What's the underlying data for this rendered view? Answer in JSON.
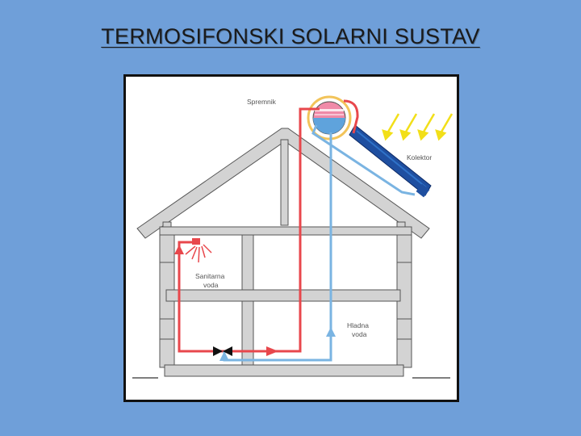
{
  "slide": {
    "title": "TERMOSIFONSKI SOLARNI SUSTAV"
  },
  "diagram": {
    "labels": {
      "tank": "Spremnik",
      "collector": "Kolektor",
      "hot_water_1": "Sanitarna",
      "hot_water_2": "voda",
      "cold_water_1": "Hladna",
      "cold_water_2": "voda"
    },
    "colors": {
      "hot_pipe": "#e8474c",
      "cold_pipe": "#7ab4e2",
      "structure": "#d3d3d3",
      "structure_outline": "#555555",
      "sun_rays": "#f2df19",
      "collector": "#1f4fa0",
      "tank_hot": "#f08aa8",
      "tank_cold": "#5fa3dc"
    },
    "icons": [
      "sun-rays-icon",
      "shower-head-icon",
      "valve-icon",
      "flow-arrow-icon"
    ]
  }
}
